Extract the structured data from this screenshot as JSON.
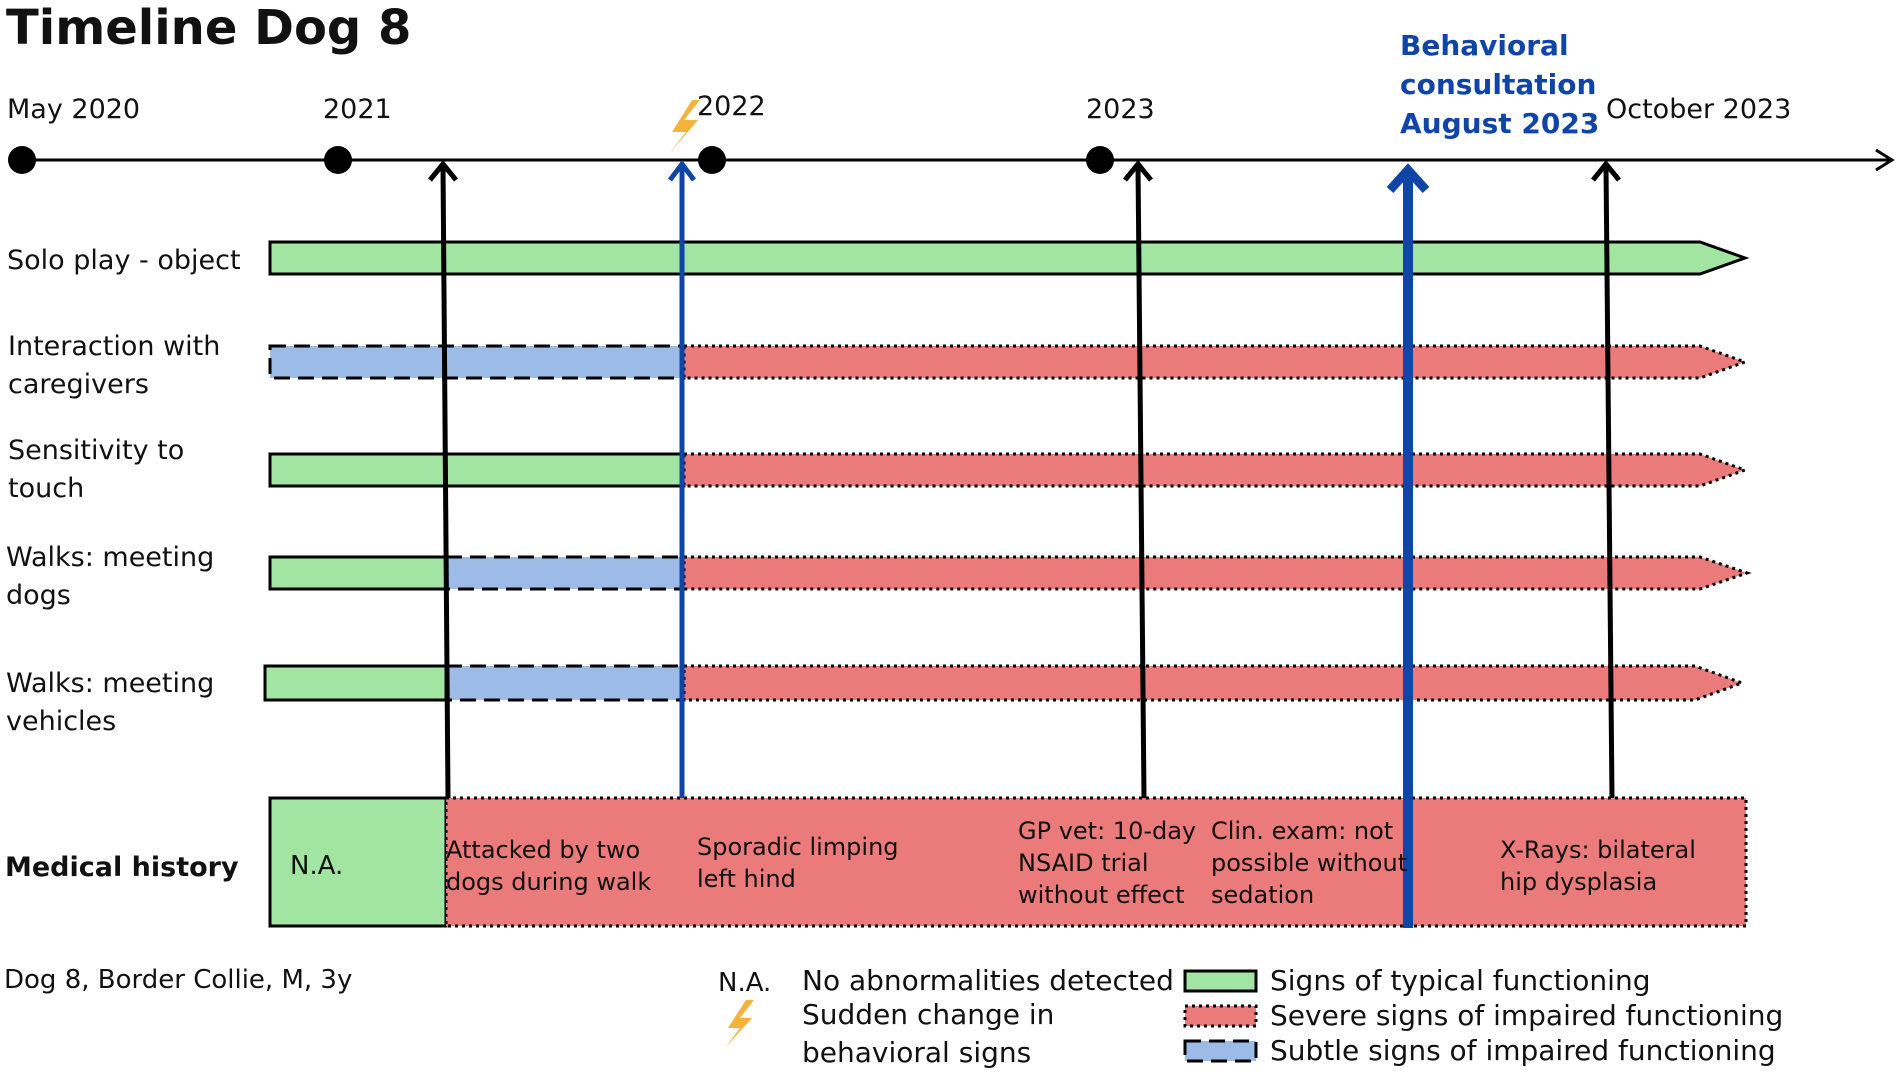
{
  "title": "Timeline Dog 8",
  "timeline": {
    "dates": [
      "May 2020",
      "2021",
      "2022",
      "2023",
      "October 2023"
    ],
    "consultation": "Behavioral\nconsultation\nAugust 2023"
  },
  "rows": [
    {
      "label": "Solo play - object"
    },
    {
      "label": "Interaction with caregivers"
    },
    {
      "label": "Sensitivity to touch"
    },
    {
      "label": "Walks: meeting dogs"
    },
    {
      "label": "Walks: meeting vehicles"
    }
  ],
  "medical": {
    "label": "Medical history",
    "na": "N.A.",
    "events": [
      "Attacked by two\ndogs during walk",
      "Sporadic limping\nleft hind",
      "GP vet: 10-day\nNSAID trial\nwithout effect",
      "Clin. exam: not\npossible without\nsedation",
      "X-Rays: bilateral\nhip dysplasia"
    ]
  },
  "footer": {
    "subject": "Dog 8, Border Collie, M, 3y"
  },
  "legend": {
    "na_symbol": "N.A.",
    "na_text": "No abnormalities detected",
    "sudden_text": "Sudden change in\nbehavioral signs",
    "typical": "Signs of typical functioning",
    "severe": "Severe signs of impaired functioning",
    "subtle": "Subtle signs of impaired functioning"
  },
  "colors": {
    "typical": "#a2e4a2",
    "severe": "#eb7b7b",
    "subtle": "#9cbbe7",
    "consult_blue": "#1045a8",
    "lightning": "#f5b33c"
  }
}
